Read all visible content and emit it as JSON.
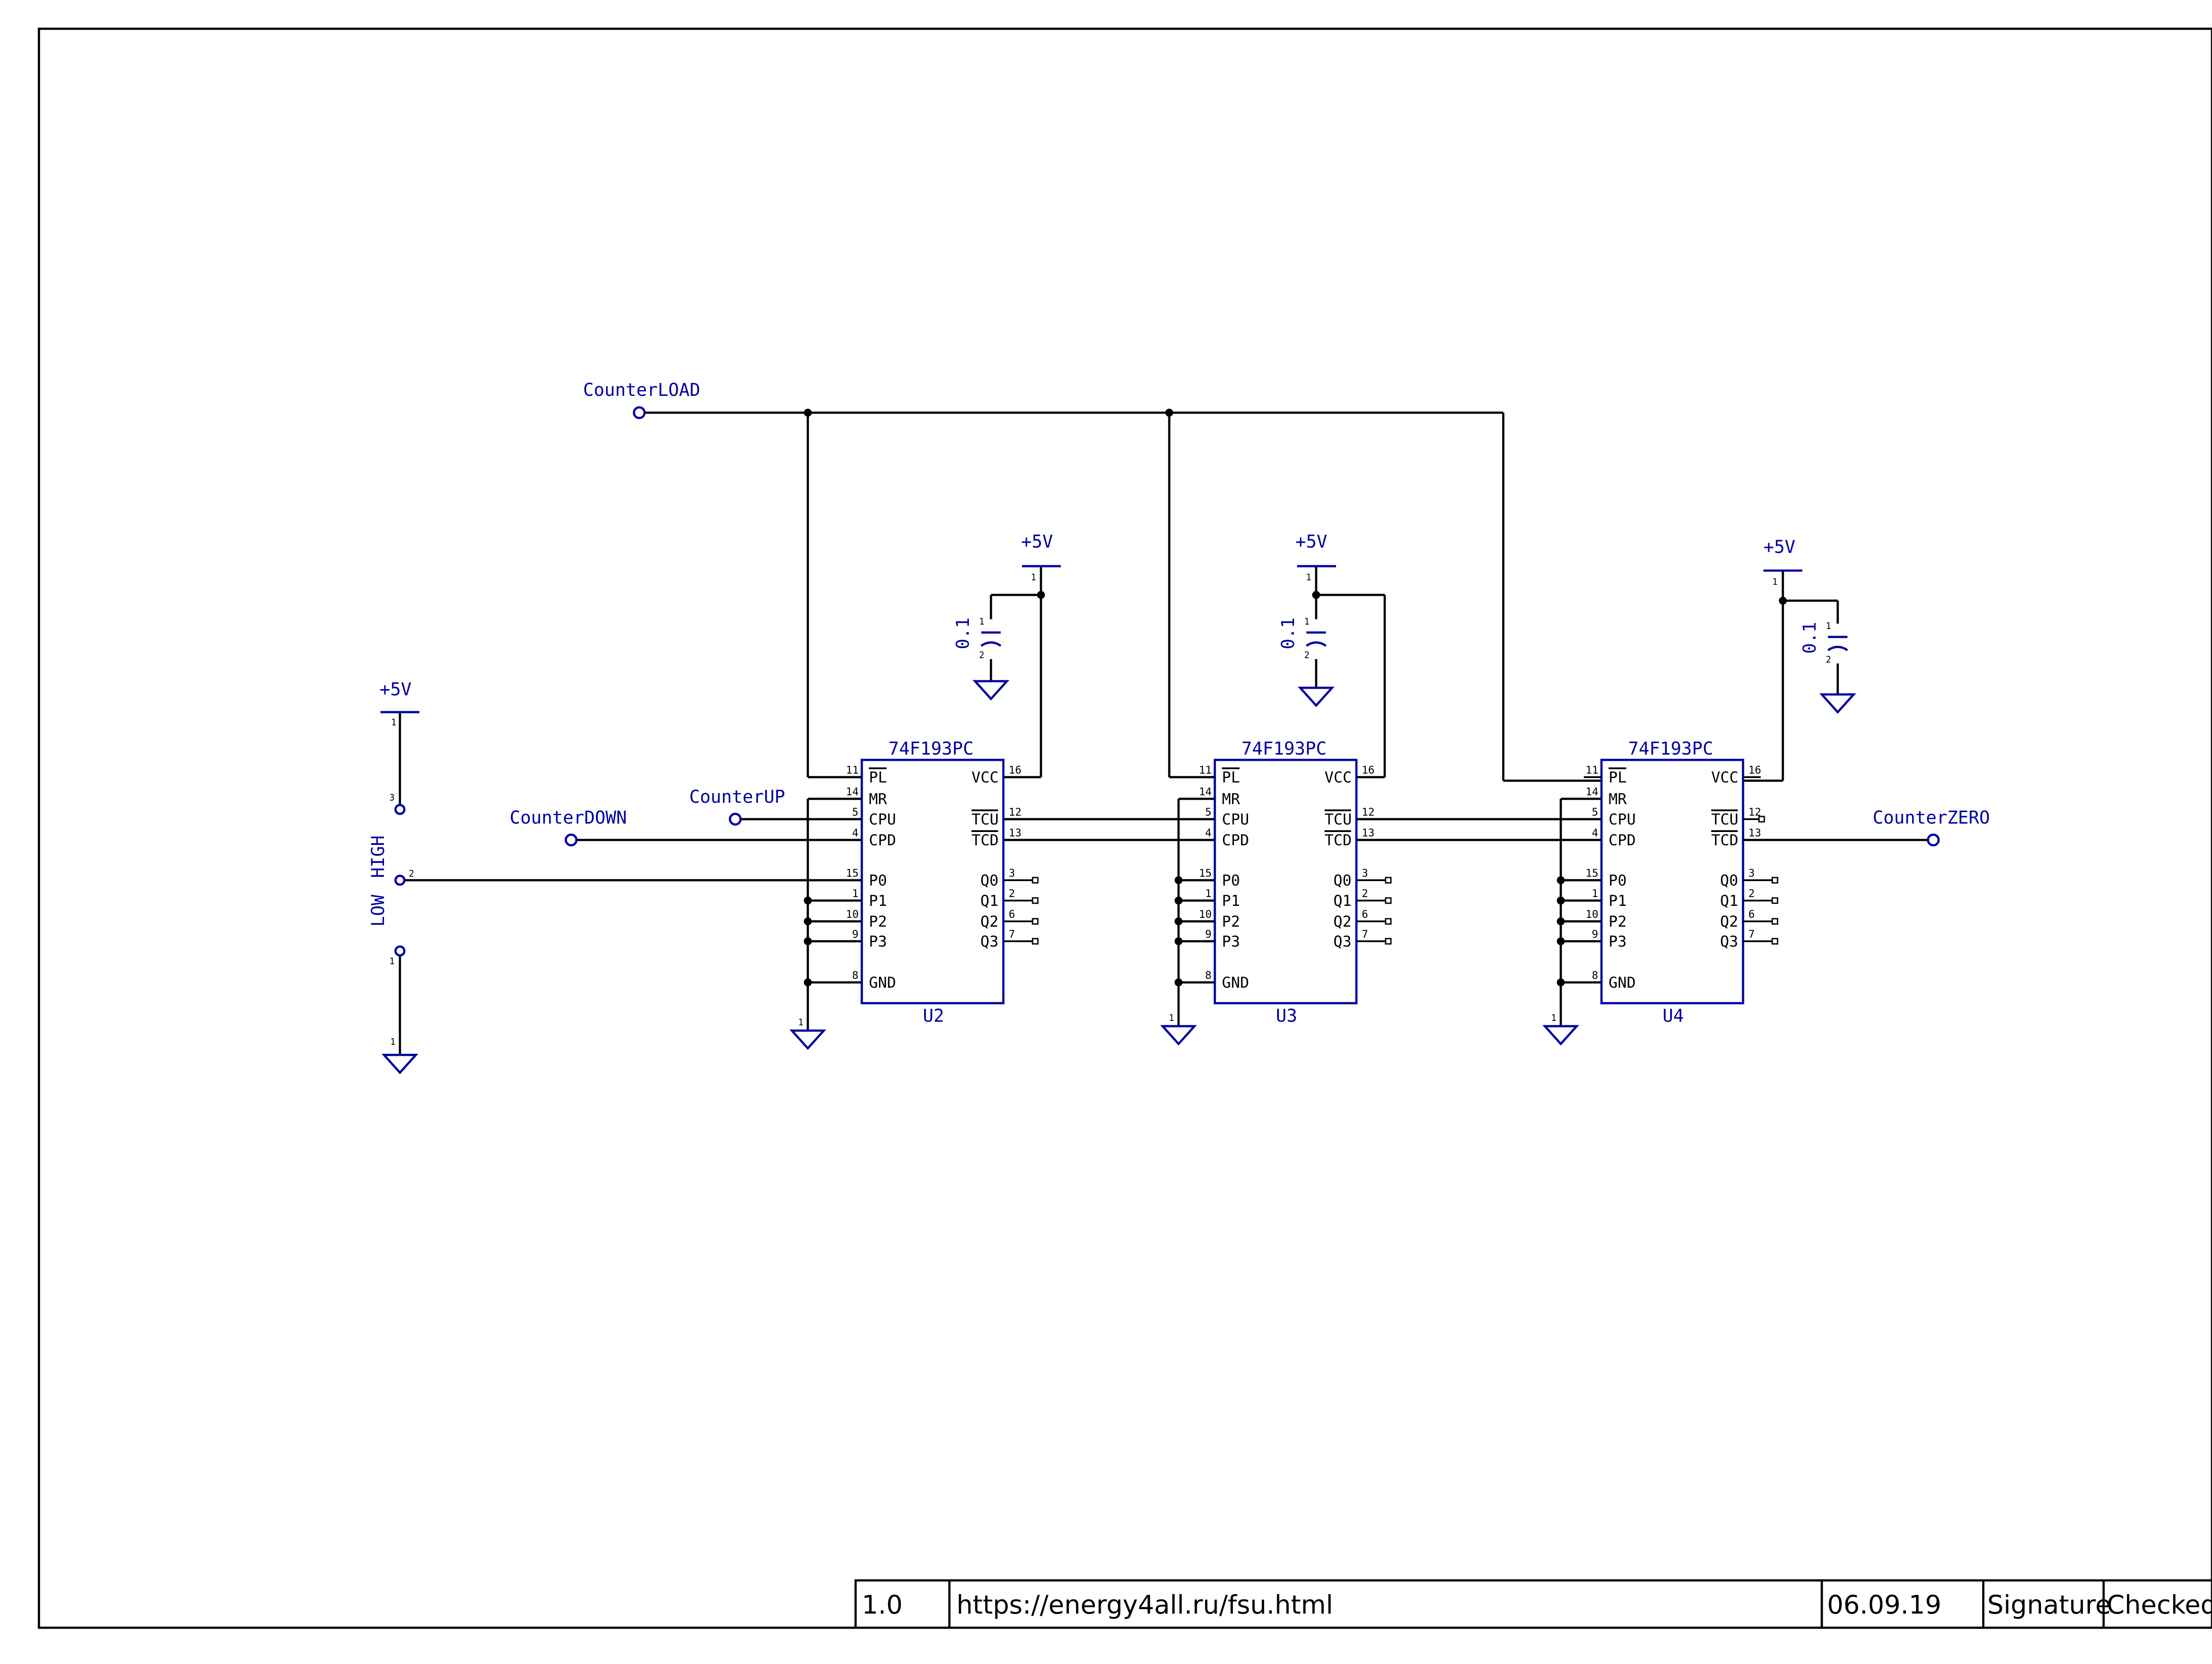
{
  "title_block": {
    "revision": "1.0",
    "url": "https://energy4all.ru/fsu.html",
    "date": "06.09.19",
    "signature": "Signature",
    "checked": "Checked"
  },
  "nets": {
    "load": "CounterLOAD",
    "up": "CounterUP",
    "down": "CounterDOWN",
    "zero": "CounterZERO"
  },
  "power": {
    "vcc_label": "+5V"
  },
  "capacitor": {
    "value": "0.1"
  },
  "switch": {
    "low": "LOW",
    "high": "HIGH"
  },
  "chips": [
    {
      "ref": "U2",
      "part": "74F193PC"
    },
    {
      "ref": "U3",
      "part": "74F193PC"
    },
    {
      "ref": "U4",
      "part": "74F193PC"
    }
  ],
  "pins_left": [
    {
      "name": "PL",
      "num": "11",
      "overbar": true
    },
    {
      "name": "MR",
      "num": "14",
      "overbar": false
    },
    {
      "name": "CPU",
      "num": "5",
      "overbar": false
    },
    {
      "name": "CPD",
      "num": "4",
      "overbar": false
    },
    {
      "name": "P0",
      "num": "15",
      "overbar": false
    },
    {
      "name": "P1",
      "num": "1",
      "overbar": false
    },
    {
      "name": "P2",
      "num": "10",
      "overbar": false
    },
    {
      "name": "P3",
      "num": "9",
      "overbar": false
    },
    {
      "name": "GND",
      "num": "8",
      "overbar": false
    }
  ],
  "pins_right": [
    {
      "name": "VCC",
      "num": "16",
      "overbar": false
    },
    {
      "name": "TCU",
      "num": "12",
      "overbar": true
    },
    {
      "name": "TCD",
      "num": "13",
      "overbar": true
    },
    {
      "name": "Q0",
      "num": "3",
      "overbar": false
    },
    {
      "name": "Q1",
      "num": "2",
      "overbar": false
    },
    {
      "name": "Q2",
      "num": "6",
      "overbar": false
    },
    {
      "name": "Q3",
      "num": "7",
      "overbar": false
    }
  ],
  "pin_one": "1",
  "pin_two": "2",
  "pin_three": "3"
}
